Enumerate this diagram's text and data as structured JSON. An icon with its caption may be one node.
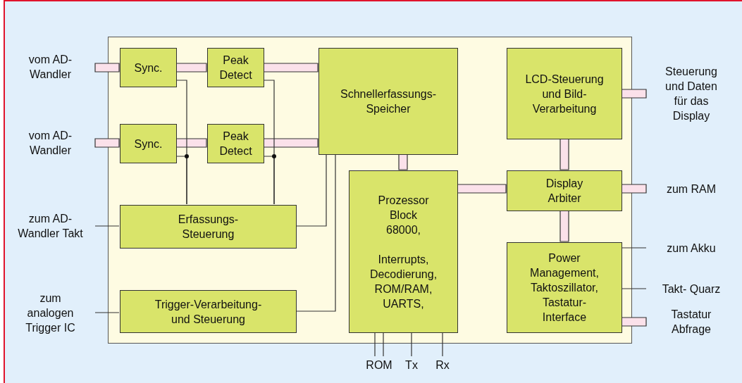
{
  "diagram": {
    "nodes": [
      {
        "text": [],
        "shape": "box"
      },
      {
        "text": [
          "vom AD-Wandler"
        ]
      },
      {
        "text": [
          "Sync."
        ],
        "in": 0
      },
      {
        "text": [
          "Peak Detect"
        ],
        "in": 0
      },
      {
        "text": [
          "Schnellerfassungs- Speicher"
        ],
        "in": 0
      },
      {
        "text": [
          "LCD-Steuerung und Bild- Verarbeitung"
        ],
        "in": 0
      },
      {
        "text": [
          "Steuerung und Daten für das Display"
        ]
      },
      {
        "text": [
          "vom AD-Wandler"
        ]
      },
      {
        "text": [
          "Sync."
        ],
        "in": 0
      },
      {
        "text": [
          "Peak Detect"
        ],
        "in": 0
      },
      {
        "text": [
          "zum RAM"
        ]
      },
      {
        "text": [
          "Display Arbiter"
        ],
        "in": 0
      },
      {
        "text": [
          "Prozessor Block 68000,",
          "Interrupts, Decodierung, ROM/RAM, UARTS,"
        ],
        "in": 0
      },
      {
        "text": [
          "zum AD-Wandler Takt"
        ]
      },
      {
        "text": [
          "Erfassungs- Steuerung"
        ],
        "in": 0
      },
      {
        "text": [
          "zum Akku"
        ]
      },
      {
        "text": [
          "Power Management, Taktoszillator, Tastatur- Interface"
        ],
        "in": 0
      },
      {
        "text": [
          "Takt- Quarz"
        ]
      },
      {
        "text": [
          "zum analogen Trigger IC"
        ]
      },
      {
        "text": [
          "Trigger-Verarbeitung- und Steuerung"
        ],
        "in": 0
      },
      {
        "text": [
          "Tastatur Abfrage"
        ]
      },
      {
        "text": [
          "ROM"
        ]
      },
      {
        "text": [
          "Tx"
        ]
      },
      {
        "text": [
          "Rx"
        ]
      }
    ],
    "edges": [
      {
        "from": 1,
        "to": 2,
        "arrow": "none",
        "style": "thick",
        "color": "#fbe1ea"
      },
      {
        "from": 2,
        "to": 3,
        "arrow": "none",
        "style": "thick",
        "color": "#fbe1ea"
      },
      {
        "from": 3,
        "to": 4,
        "arrow": "none",
        "style": "thick",
        "color": "#fbe1ea"
      },
      {
        "from": 7,
        "to": 8,
        "arrow": "none",
        "style": "thick",
        "color": "#fbe1ea"
      },
      {
        "from": 8,
        "to": 9,
        "arrow": "none",
        "style": "thick",
        "color": "#fbe1ea"
      },
      {
        "from": 9,
        "to": 4,
        "arrow": "none",
        "style": "thick",
        "color": "#fbe1ea"
      },
      {
        "from": 4,
        "to": 12,
        "arrow": "none",
        "style": "thick",
        "color": "#fbe1ea"
      },
      {
        "from": 12,
        "to": 11,
        "arrow": "none",
        "style": "thick",
        "color": "#fbe1ea"
      },
      {
        "from": 5,
        "to": 11,
        "arrow": "none",
        "style": "thick",
        "color": "#fbe1ea"
      },
      {
        "from": 11,
        "to": 16,
        "arrow": "none",
        "style": "thick",
        "color": "#fbe1ea"
      },
      {
        "from": 5,
        "to": 6,
        "arrow": "none",
        "style": "thick",
        "color": "#fbe1ea"
      },
      {
        "from": 11,
        "to": 10,
        "arrow": "none",
        "style": "thick",
        "color": "#fbe1ea"
      },
      {
        "from": 16,
        "to": 20,
        "arrow": "none",
        "style": "thick",
        "color": "#fbe1ea"
      },
      {
        "from": 2,
        "to": 14,
        "arrow": "none"
      },
      {
        "from": 8,
        "to": 14,
        "arrow": "none"
      },
      {
        "from": 3,
        "to": 14,
        "arrow": "none"
      },
      {
        "from": 9,
        "to": 14,
        "arrow": "none"
      },
      {
        "from": 4,
        "to": 14,
        "arrow": "none"
      },
      {
        "from": 4,
        "to": 19,
        "arrow": "none"
      },
      {
        "from": 13,
        "to": 14,
        "arrow": "none"
      },
      {
        "from": 18,
        "to": 19,
        "arrow": "none"
      },
      {
        "from": 16,
        "to": 15,
        "arrow": "none"
      },
      {
        "from": 16,
        "to": 17,
        "arrow": "none"
      },
      {
        "from": 12,
        "to": 21,
        "arrow": "none"
      },
      {
        "from": 12,
        "to": 21,
        "arrow": "none"
      },
      {
        "from": 12,
        "to": 22,
        "arrow": "none"
      },
      {
        "from": 12,
        "to": 23,
        "arrow": "none"
      }
    ]
  }
}
